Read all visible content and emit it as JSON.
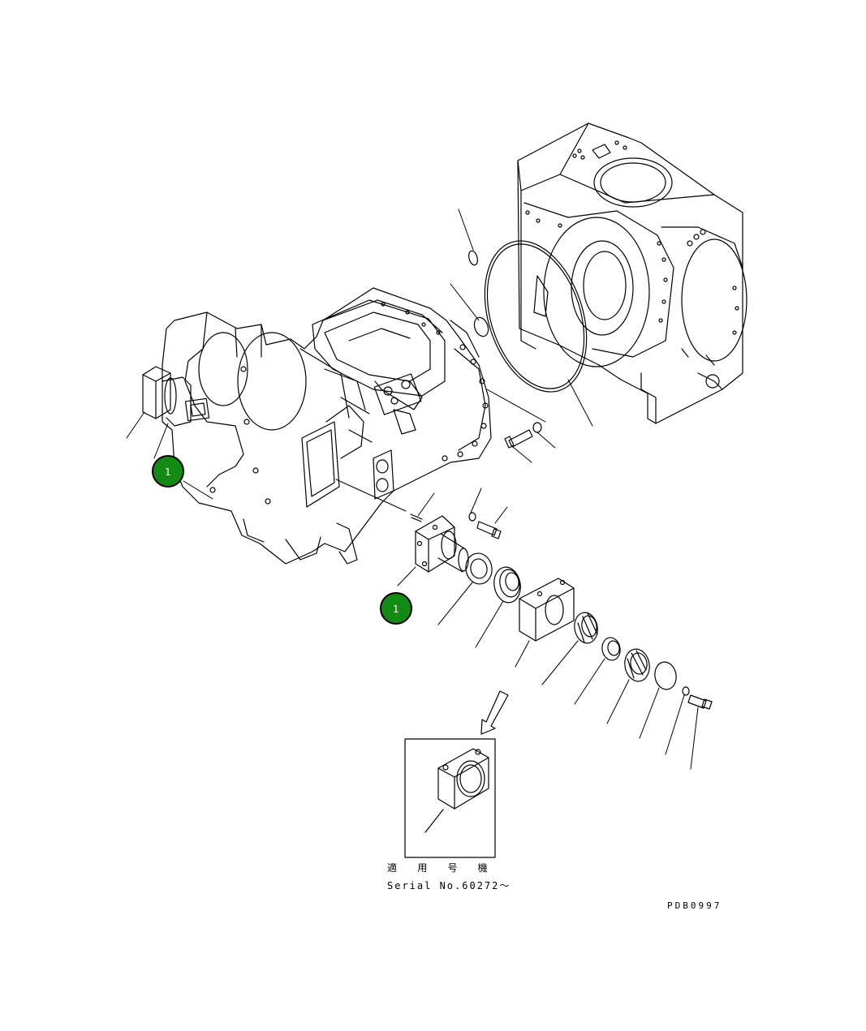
{
  "diagram": {
    "type": "exploded-parts-diagram",
    "callouts": [
      {
        "label": "1",
        "color": "#138a13"
      },
      {
        "label": "1",
        "color": "#138a13"
      }
    ],
    "inset": {
      "heading": "適 用 号 機",
      "serial": "Serial No.60272〜"
    },
    "drawing_code": "PDB0997"
  }
}
